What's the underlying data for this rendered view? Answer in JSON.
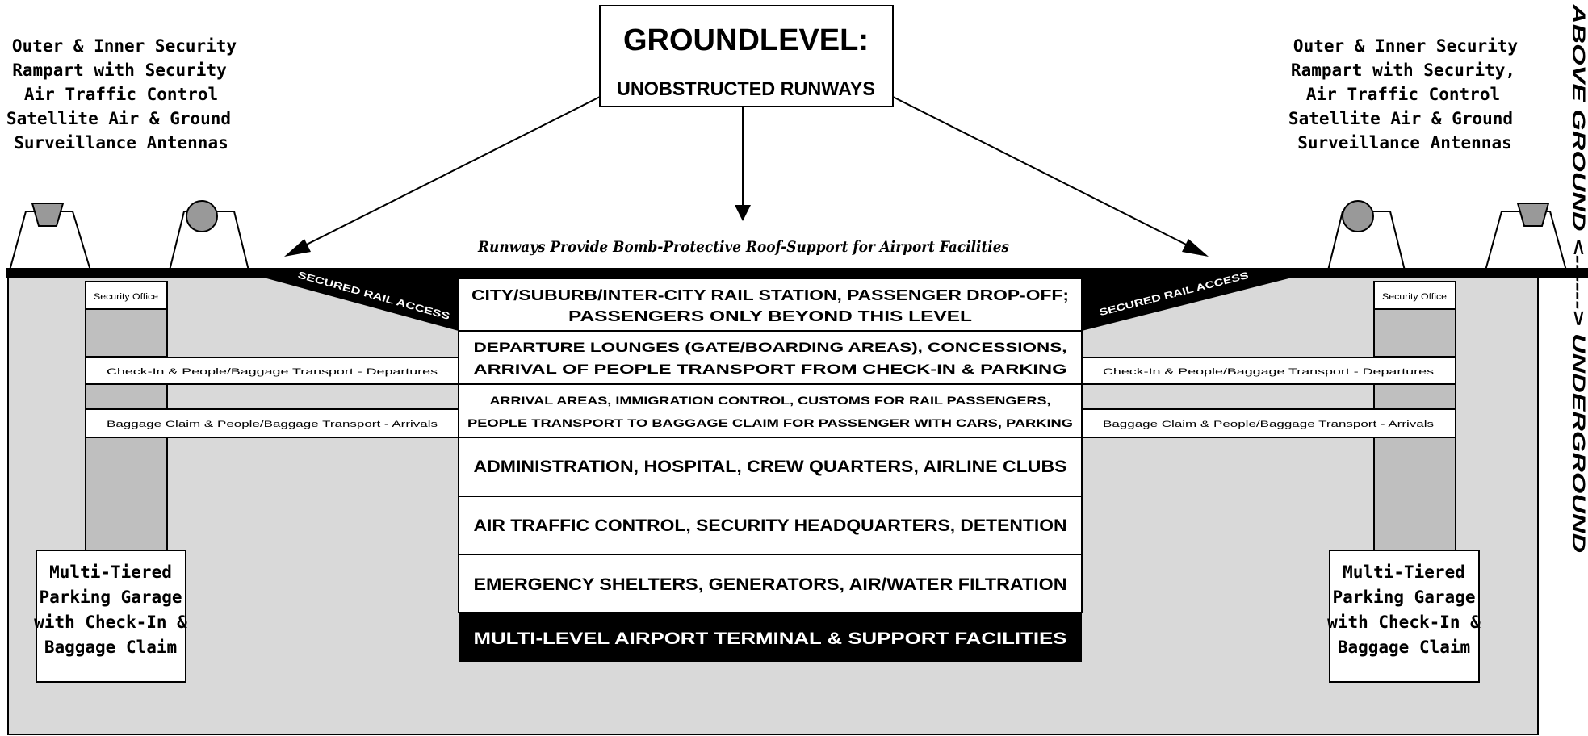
{
  "title": {
    "line1": "GROUNDLEVEL:",
    "line2": "UNOBSTRUCTED RUNWAYS"
  },
  "runway_caption": "Runways Provide Bomb-Protective Roof-Support for Airport Facilities",
  "rail_access_label": "SECURED RAIL ACCESS",
  "side_annotation": "ABOVE GROUND <------> UNDERGROUND",
  "left_notes": [
    "Outer & Inner Security",
    "Rampart with Security",
    "Air Traffic Control",
    "Satellite Air & Ground",
    "Surveillance Antennas"
  ],
  "right_notes": [
    "Outer & Inner Security",
    "Rampart with Security,",
    "Air Traffic Control",
    "Satellite Air & Ground",
    "Surveillance Antennas"
  ],
  "security_label": "Security Office",
  "transport_left_departures": "Check-In & People/Baggage Transport - Departures",
  "transport_left_arrivals": "Baggage Claim & People/Baggage Transport - Arrivals",
  "transport_right_departures": "Check-In & People/Baggage Transport - Departures",
  "transport_right_arrivals": "Baggage Claim & People/Baggage Transport - Arrivals",
  "parking": {
    "line1": "Multi-Tiered",
    "line2": "Parking Garage",
    "line3": "with Check-In &",
    "line4": "Baggage Claim"
  },
  "terminal_levels": [
    {
      "line1": "CITY/SUBURB/INTER-CITY RAIL STATION, PASSENGER DROP-OFF;",
      "line2": "PASSENGERS ONLY BEYOND THIS LEVEL"
    },
    {
      "line1": "DEPARTURE LOUNGES (GATE/BOARDING AREAS), CONCESSIONS,",
      "line2": "ARRIVAL OF PEOPLE TRANSPORT FROM CHECK-IN & PARKING"
    },
    {
      "line1": "ARRIVAL AREAS, IMMIGRATION CONTROL, CUSTOMS FOR RAIL PASSENGERS,",
      "line2": "PEOPLE TRANSPORT TO BAGGAGE CLAIM FOR PASSENGER WITH CARS, PARKING"
    },
    {
      "line1": "ADMINISTRATION, HOSPITAL, CREW QUARTERS, AIRLINE CLUBS"
    },
    {
      "line1": "AIR TRAFFIC CONTROL, SECURITY HEADQUARTERS, DETENTION"
    },
    {
      "line1": "EMERGENCY SHELTERS, GENERATORS, AIR/WATER FILTRATION"
    }
  ],
  "terminal_footer": "MULTI-LEVEL AIRPORT TERMINAL & SUPPORT FACILITIES",
  "colors": {
    "ground_fill": "#d9d9d9",
    "shaft_fill": "#bfbfbf",
    "antenna_fill": "#999999",
    "ink": "#000000"
  }
}
